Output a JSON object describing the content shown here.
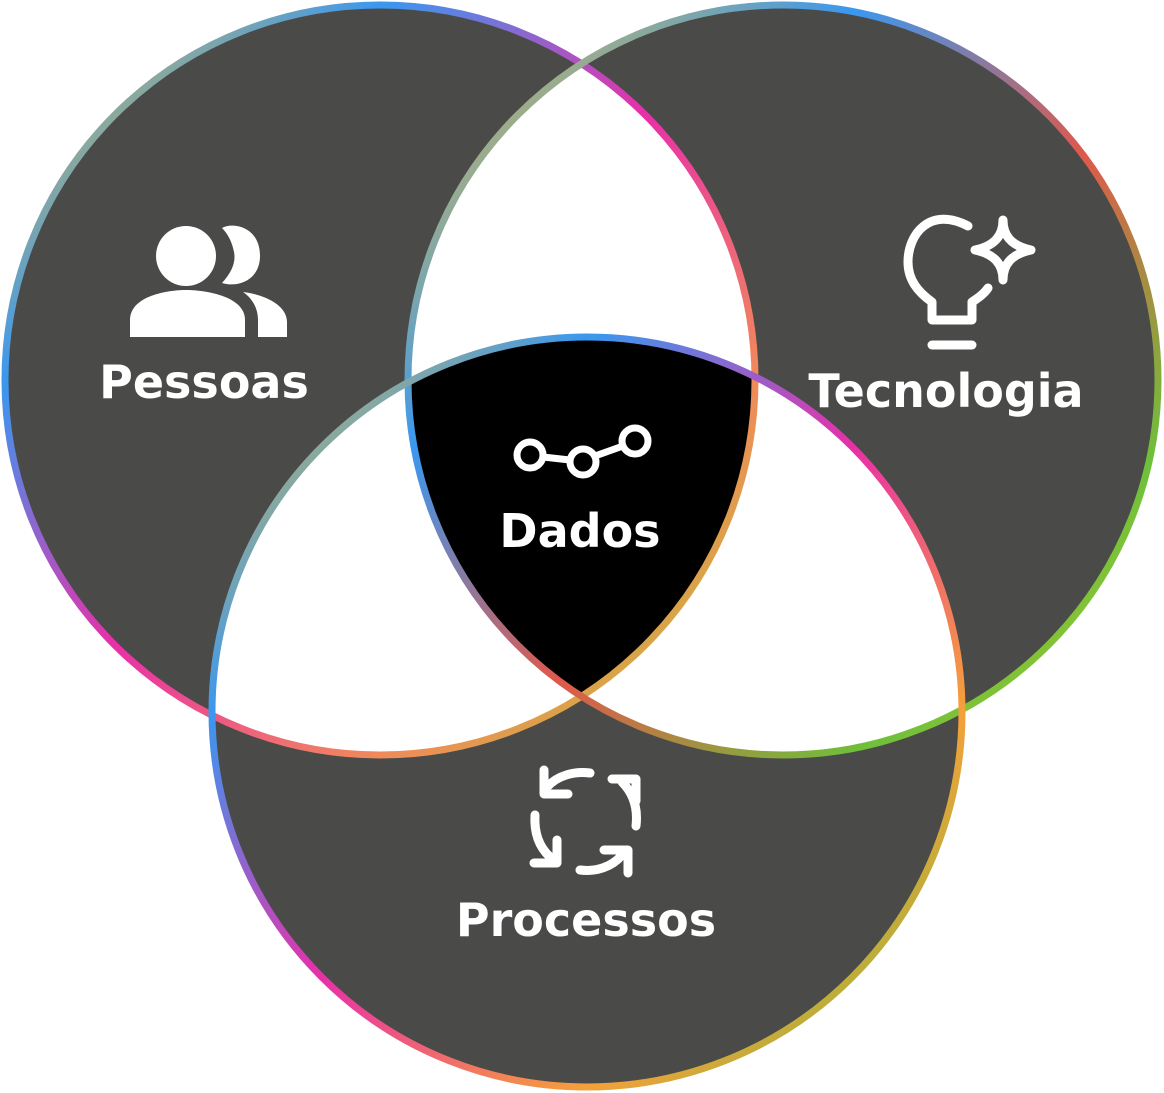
{
  "sets": [
    {
      "id": "pessoas",
      "label": "Pessoas",
      "icon": "people-icon"
    },
    {
      "id": "tecnologia",
      "label": "Tecnologia",
      "icon": "lightbulb-sparkle-icon"
    },
    {
      "id": "processos",
      "label": "Processos",
      "icon": "refresh-arrows-icon"
    }
  ],
  "center": {
    "label": "Dados",
    "icon": "data-nodes-icon"
  },
  "colors": {
    "circle_fill": "#4a4a48",
    "pair_overlap_fill": "#ffffff",
    "center_fill": "#000000",
    "icon_and_text": "#ffffff",
    "ring_gradient": [
      "#f9c02c",
      "#f08a5a",
      "#e92fa8",
      "#3a98f0",
      "#b9c82d",
      "#6ec03a",
      "#e0584b"
    ]
  }
}
